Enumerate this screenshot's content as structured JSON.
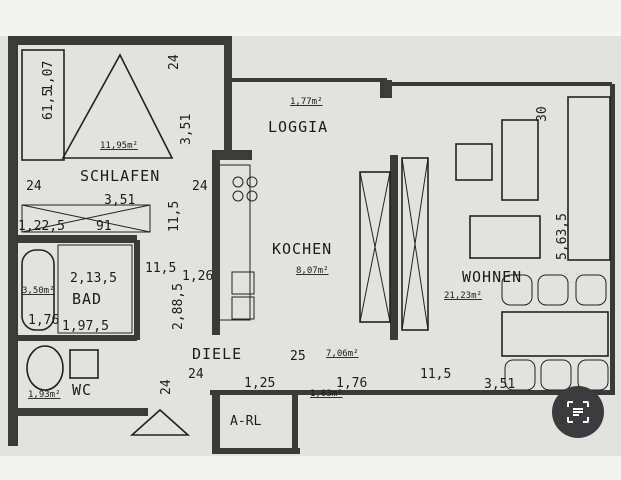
{
  "floorplan": {
    "rooms": [
      {
        "name": "SCHLAFEN",
        "area": "11,95m²"
      },
      {
        "name": "LOGGIA",
        "area": "1,77m²"
      },
      {
        "name": "KOCHEN",
        "area": "8,07m²"
      },
      {
        "name": "WOHNEN",
        "area": "21,23m²"
      },
      {
        "name": "BAD",
        "area": "3,50m²"
      },
      {
        "name": "WC",
        "area": "1,93m²"
      },
      {
        "name": "DIELE",
        "area": "7,06m²"
      },
      {
        "name": "A-RL",
        "area": "1,03m²"
      }
    ],
    "dimensions": [
      "1,07",
      "61,5",
      "24",
      "3,51",
      "24",
      "3,51",
      "24",
      "1,22,5",
      "91",
      "11,5",
      "2,13,5",
      "11,5",
      "1,26",
      "1,76",
      "1,97,5",
      "2,88,5",
      "24",
      "24",
      "1,25",
      "25",
      "1,76",
      "11,5",
      "3,51",
      "30",
      "5,63,5"
    ]
  },
  "overlay": {
    "scan_button_icon": "scan-text-icon",
    "button_color": "#3c3c3e"
  },
  "colors": {
    "paper": "#e2e2de",
    "ink": "#222222"
  }
}
